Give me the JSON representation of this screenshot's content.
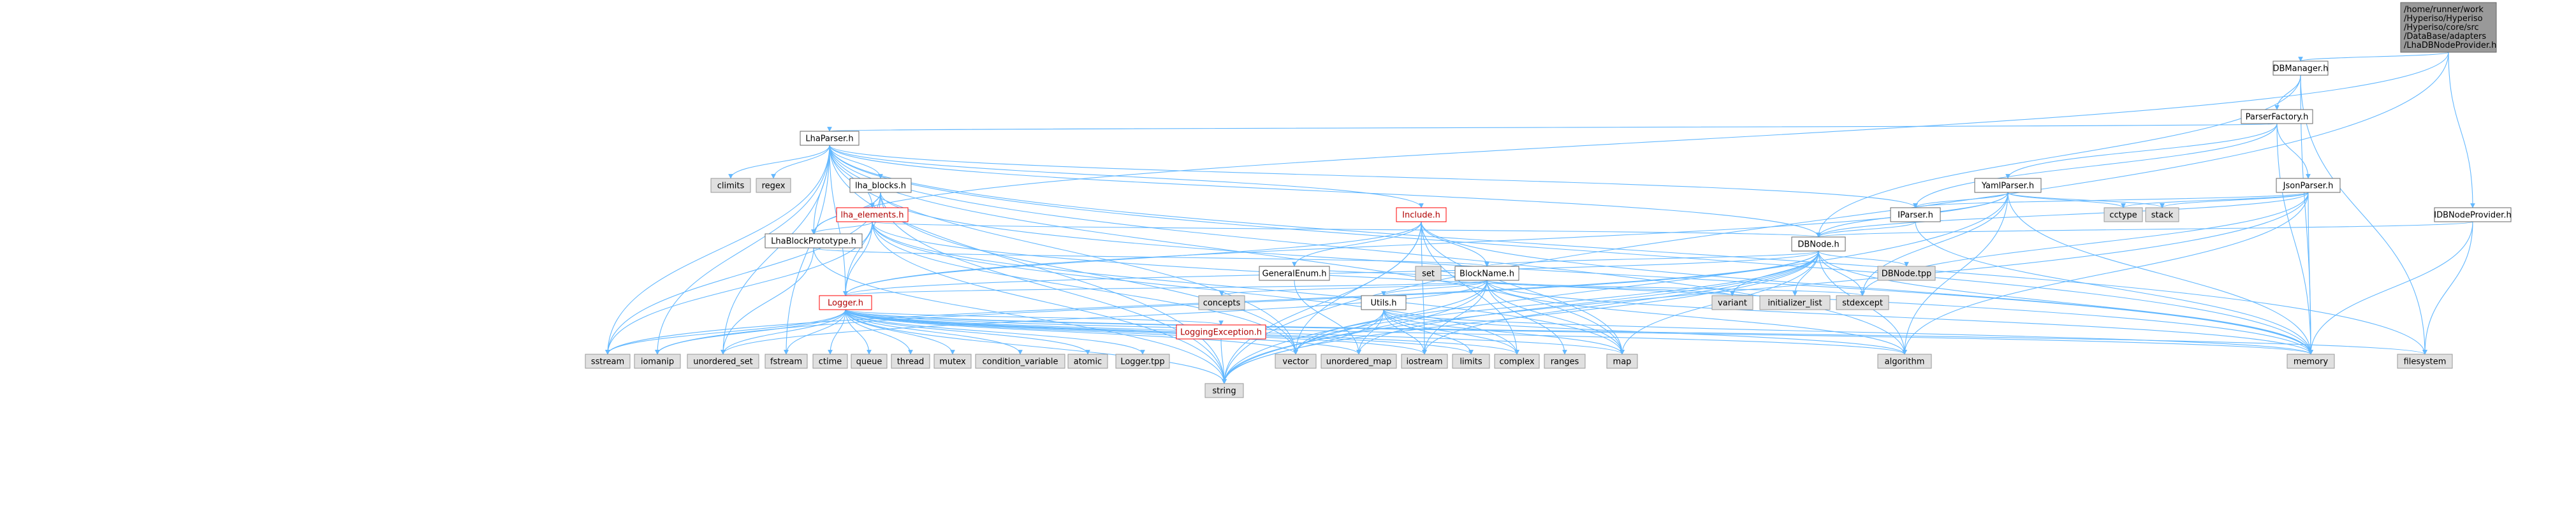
{
  "colors": {
    "edge": "#63b8ff",
    "edge_dark": "#4a90e2",
    "node_border": "#666666",
    "node_fill": "#ffffff",
    "external_fill": "#e0e0e0",
    "external_border": "#999999",
    "root_fill": "#999999",
    "root_border": "#666666",
    "link_text": "#000000",
    "red_text": "#b00000",
    "red_border": "#ff0000"
  },
  "nodes": [
    {
      "id": "root",
      "label": "/home/runner/work/Hyperiso/Hyperiso/Hyperiso/core/src/DataBase/adapters/LhaDBNodeProvider.h",
      "kind": "root"
    },
    {
      "id": "dbmanager",
      "label": "DBManager.h",
      "kind": "file"
    },
    {
      "id": "idbnodeprovider",
      "label": "IDBNodeProvider.h",
      "kind": "file"
    },
    {
      "id": "parserfactory",
      "label": "ParserFactory.h",
      "kind": "file"
    },
    {
      "id": "lhaparser",
      "label": "LhaParser.h",
      "kind": "file"
    },
    {
      "id": "jsonparser",
      "label": "JsonParser.h",
      "kind": "file"
    },
    {
      "id": "yamlparser",
      "label": "YamlParser.h",
      "kind": "file"
    },
    {
      "id": "iparser",
      "label": "IParser.h",
      "kind": "file"
    },
    {
      "id": "lhablocks",
      "label": "lha_blocks.h",
      "kind": "file"
    },
    {
      "id": "lhaelements",
      "label": "lha_elements.h",
      "kind": "red"
    },
    {
      "id": "include",
      "label": "Include.h",
      "kind": "red"
    },
    {
      "id": "lhablockproto",
      "label": "LhaBlockPrototype.h",
      "kind": "file"
    },
    {
      "id": "dbnode",
      "label": "DBNode.h",
      "kind": "file"
    },
    {
      "id": "blockname",
      "label": "BlockName.h",
      "kind": "file"
    },
    {
      "id": "logger",
      "label": "Logger.h",
      "kind": "red"
    },
    {
      "id": "utils",
      "label": "Utils.h",
      "kind": "file"
    },
    {
      "id": "generalenum",
      "label": "GeneralEnum.h",
      "kind": "file"
    },
    {
      "id": "loggingexception",
      "label": "LoggingException.h",
      "kind": "red"
    },
    {
      "id": "dbnodetpp",
      "label": "DBNode.tpp",
      "kind": "ext"
    },
    {
      "id": "loggertpp",
      "label": "Logger.tpp",
      "kind": "ext"
    },
    {
      "id": "climits",
      "label": "climits",
      "kind": "ext"
    },
    {
      "id": "regex",
      "label": "regex",
      "kind": "ext"
    },
    {
      "id": "cctype",
      "label": "cctype",
      "kind": "ext"
    },
    {
      "id": "stack",
      "label": "stack",
      "kind": "ext"
    },
    {
      "id": "concepts",
      "label": "concepts",
      "kind": "ext"
    },
    {
      "id": "set",
      "label": "set",
      "kind": "ext"
    },
    {
      "id": "variant",
      "label": "variant",
      "kind": "ext"
    },
    {
      "id": "initlist",
      "label": "initializer_list",
      "kind": "ext"
    },
    {
      "id": "stdexcept",
      "label": "stdexcept",
      "kind": "ext"
    },
    {
      "id": "sstream",
      "label": "sstream",
      "kind": "ext"
    },
    {
      "id": "iomanip",
      "label": "iomanip",
      "kind": "ext"
    },
    {
      "id": "unordered_set",
      "label": "unordered_set",
      "kind": "ext"
    },
    {
      "id": "fstream",
      "label": "fstream",
      "kind": "ext"
    },
    {
      "id": "ctime",
      "label": "ctime",
      "kind": "ext"
    },
    {
      "id": "queue",
      "label": "queue",
      "kind": "ext"
    },
    {
      "id": "thread",
      "label": "thread",
      "kind": "ext"
    },
    {
      "id": "mutex",
      "label": "mutex",
      "kind": "ext"
    },
    {
      "id": "condvar",
      "label": "condition_variable",
      "kind": "ext"
    },
    {
      "id": "atomic",
      "label": "atomic",
      "kind": "ext"
    },
    {
      "id": "vector",
      "label": "vector",
      "kind": "ext"
    },
    {
      "id": "unordered_map",
      "label": "unordered_map",
      "kind": "ext"
    },
    {
      "id": "iostream",
      "label": "iostream",
      "kind": "ext"
    },
    {
      "id": "limits",
      "label": "limits",
      "kind": "ext"
    },
    {
      "id": "complex",
      "label": "complex",
      "kind": "ext"
    },
    {
      "id": "ranges",
      "label": "ranges",
      "kind": "ext"
    },
    {
      "id": "map",
      "label": "map",
      "kind": "ext"
    },
    {
      "id": "algorithm",
      "label": "algorithm",
      "kind": "ext"
    },
    {
      "id": "memory",
      "label": "memory",
      "kind": "ext"
    },
    {
      "id": "filesystem",
      "label": "filesystem",
      "kind": "ext"
    },
    {
      "id": "string",
      "label": "string",
      "kind": "ext"
    }
  ],
  "edges": [
    [
      "root",
      "dbmanager"
    ],
    [
      "root",
      "idbnodeprovider"
    ],
    [
      "root",
      "lhablockproto"
    ],
    [
      "root",
      "string"
    ],
    [
      "dbmanager",
      "parserfactory"
    ],
    [
      "dbmanager",
      "dbnode"
    ],
    [
      "dbmanager",
      "memory"
    ],
    [
      "dbmanager",
      "filesystem"
    ],
    [
      "idbnodeprovider",
      "dbnode"
    ],
    [
      "idbnodeprovider",
      "memory"
    ],
    [
      "idbnodeprovider",
      "filesystem"
    ],
    [
      "parserfactory",
      "lhaparser"
    ],
    [
      "parserfactory",
      "jsonparser"
    ],
    [
      "parserfactory",
      "yamlparser"
    ],
    [
      "parserfactory",
      "iparser"
    ],
    [
      "parserfactory",
      "memory"
    ],
    [
      "lhaparser",
      "climits"
    ],
    [
      "lhaparser",
      "regex"
    ],
    [
      "lhaparser",
      "lhablocks"
    ],
    [
      "lhaparser",
      "lhaelements"
    ],
    [
      "lhaparser",
      "include"
    ],
    [
      "lhaparser",
      "lhablockproto"
    ],
    [
      "lhaparser",
      "dbnode"
    ],
    [
      "lhaparser",
      "iparser"
    ],
    [
      "lhaparser",
      "logger"
    ],
    [
      "lhaparser",
      "sstream"
    ],
    [
      "lhaparser",
      "iomanip"
    ],
    [
      "lhaparser",
      "unordered_set"
    ],
    [
      "lhaparser",
      "fstream"
    ],
    [
      "lhaparser",
      "vector"
    ],
    [
      "lhaparser",
      "map"
    ],
    [
      "lhaparser",
      "algorithm"
    ],
    [
      "lhaparser",
      "memory"
    ],
    [
      "lhaparser",
      "filesystem"
    ],
    [
      "lhaparser",
      "string"
    ],
    [
      "jsonparser",
      "iparser"
    ],
    [
      "jsonparser",
      "dbnode"
    ],
    [
      "jsonparser",
      "cctype"
    ],
    [
      "jsonparser",
      "stack"
    ],
    [
      "jsonparser",
      "stdexcept"
    ],
    [
      "jsonparser",
      "algorithm"
    ],
    [
      "jsonparser",
      "memory"
    ],
    [
      "jsonparser",
      "string"
    ],
    [
      "yamlparser",
      "iparser"
    ],
    [
      "yamlparser",
      "dbnode"
    ],
    [
      "yamlparser",
      "logger"
    ],
    [
      "yamlparser",
      "cctype"
    ],
    [
      "yamlparser",
      "stack"
    ],
    [
      "yamlparser",
      "stdexcept"
    ],
    [
      "yamlparser",
      "algorithm"
    ],
    [
      "yamlparser",
      "memory"
    ],
    [
      "yamlparser",
      "string"
    ],
    [
      "iparser",
      "dbnode"
    ],
    [
      "iparser",
      "memory"
    ],
    [
      "lhablocks",
      "lhaelements"
    ],
    [
      "lhablocks",
      "lhablockproto"
    ],
    [
      "lhablocks",
      "logger"
    ],
    [
      "lhablocks",
      "vector"
    ],
    [
      "lhablocks",
      "memory"
    ],
    [
      "lhablocks",
      "sstream"
    ],
    [
      "lhablocks",
      "string"
    ],
    [
      "lhaelements",
      "lhablockproto"
    ],
    [
      "lhaelements",
      "dbnode"
    ],
    [
      "lhaelements",
      "logger"
    ],
    [
      "lhaelements",
      "vector"
    ],
    [
      "lhaelements",
      "map"
    ],
    [
      "lhaelements",
      "memory"
    ],
    [
      "lhaelements",
      "sstream"
    ],
    [
      "lhaelements",
      "complex"
    ],
    [
      "lhaelements",
      "string"
    ],
    [
      "include",
      "blockname"
    ],
    [
      "include",
      "logger"
    ],
    [
      "include",
      "generalenum"
    ],
    [
      "include",
      "vector"
    ],
    [
      "include",
      "map"
    ],
    [
      "include",
      "complex"
    ],
    [
      "include",
      "iostream"
    ],
    [
      "include",
      "string"
    ],
    [
      "include",
      "memory"
    ],
    [
      "lhablockproto",
      "blockname"
    ],
    [
      "lhablockproto",
      "unordered_set"
    ],
    [
      "lhablockproto",
      "string"
    ],
    [
      "dbnode",
      "blockname"
    ],
    [
      "dbnode",
      "dbnodetpp"
    ],
    [
      "dbnode",
      "variant"
    ],
    [
      "dbnode",
      "initlist"
    ],
    [
      "dbnode",
      "stdexcept"
    ],
    [
      "dbnode",
      "logger"
    ],
    [
      "dbnode",
      "iostream"
    ],
    [
      "dbnode",
      "vector"
    ],
    [
      "dbnode",
      "map"
    ],
    [
      "dbnode",
      "algorithm"
    ],
    [
      "dbnode",
      "memory"
    ],
    [
      "dbnode",
      "string"
    ],
    [
      "dbnode",
      "unordered_map"
    ],
    [
      "dbnode",
      "sstream"
    ],
    [
      "dbnode",
      "iomanip"
    ],
    [
      "blockname",
      "concepts"
    ],
    [
      "blockname",
      "set"
    ],
    [
      "blockname",
      "variant"
    ],
    [
      "blockname",
      "stdexcept"
    ],
    [
      "blockname",
      "logger"
    ],
    [
      "blockname",
      "utils"
    ],
    [
      "blockname",
      "generalenum"
    ],
    [
      "blockname",
      "unordered_set"
    ],
    [
      "blockname",
      "vector"
    ],
    [
      "blockname",
      "map"
    ],
    [
      "blockname",
      "algorithm"
    ],
    [
      "blockname",
      "ranges"
    ],
    [
      "blockname",
      "string"
    ],
    [
      "blockname",
      "iostream"
    ],
    [
      "blockname",
      "memory"
    ],
    [
      "utils",
      "vector"
    ],
    [
      "utils",
      "iostream"
    ],
    [
      "utils",
      "limits"
    ],
    [
      "utils",
      "complex"
    ],
    [
      "utils",
      "map"
    ],
    [
      "utils",
      "algorithm"
    ],
    [
      "utils",
      "string"
    ],
    [
      "utils",
      "unordered_map"
    ],
    [
      "utils",
      "memory"
    ],
    [
      "generalenum",
      "unordered_map"
    ],
    [
      "logger",
      "sstream"
    ],
    [
      "logger",
      "iomanip"
    ],
    [
      "logger",
      "unordered_set"
    ],
    [
      "logger",
      "fstream"
    ],
    [
      "logger",
      "ctime"
    ],
    [
      "logger",
      "queue"
    ],
    [
      "logger",
      "thread"
    ],
    [
      "logger",
      "mutex"
    ],
    [
      "logger",
      "condvar"
    ],
    [
      "logger",
      "atomic"
    ],
    [
      "logger",
      "loggertpp"
    ],
    [
      "logger",
      "loggingexception"
    ],
    [
      "logger",
      "vector"
    ],
    [
      "logger",
      "unordered_map"
    ],
    [
      "logger",
      "iostream"
    ],
    [
      "logger",
      "limits"
    ],
    [
      "logger",
      "complex"
    ],
    [
      "logger",
      "map"
    ],
    [
      "logger",
      "algorithm"
    ],
    [
      "logger",
      "memory"
    ],
    [
      "logger",
      "filesystem"
    ],
    [
      "logger",
      "string"
    ],
    [
      "loggingexception",
      "string"
    ]
  ]
}
